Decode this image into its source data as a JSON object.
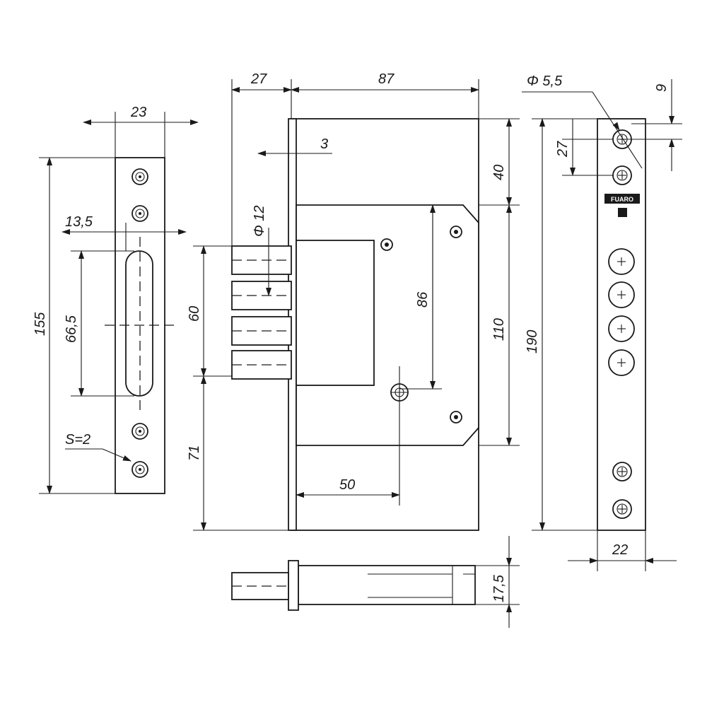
{
  "dimensions": {
    "strike_width": "23",
    "strike_height": "155",
    "slot_offset": "13,5",
    "slot_length": "66,5",
    "thickness": "S=2",
    "backset": "27",
    "body_depth": "87",
    "plate_thickness": "3",
    "pin_diameter": "Φ 12",
    "bolts_span": "60",
    "bottom_offset": "71",
    "cylinder_offset": "50",
    "top_offset": "40",
    "spindle_distance": "86",
    "inner_height": "110",
    "faceplate_height": "190",
    "screw_hole": "Φ 5,5",
    "screw_edge": "9",
    "screw_spacing": "27",
    "faceplate_width": "22",
    "bolt_thickness": "17,5"
  },
  "brand_mark": "FUARO",
  "colors": {
    "line": "#1a1a1a",
    "background": "#ffffff"
  }
}
